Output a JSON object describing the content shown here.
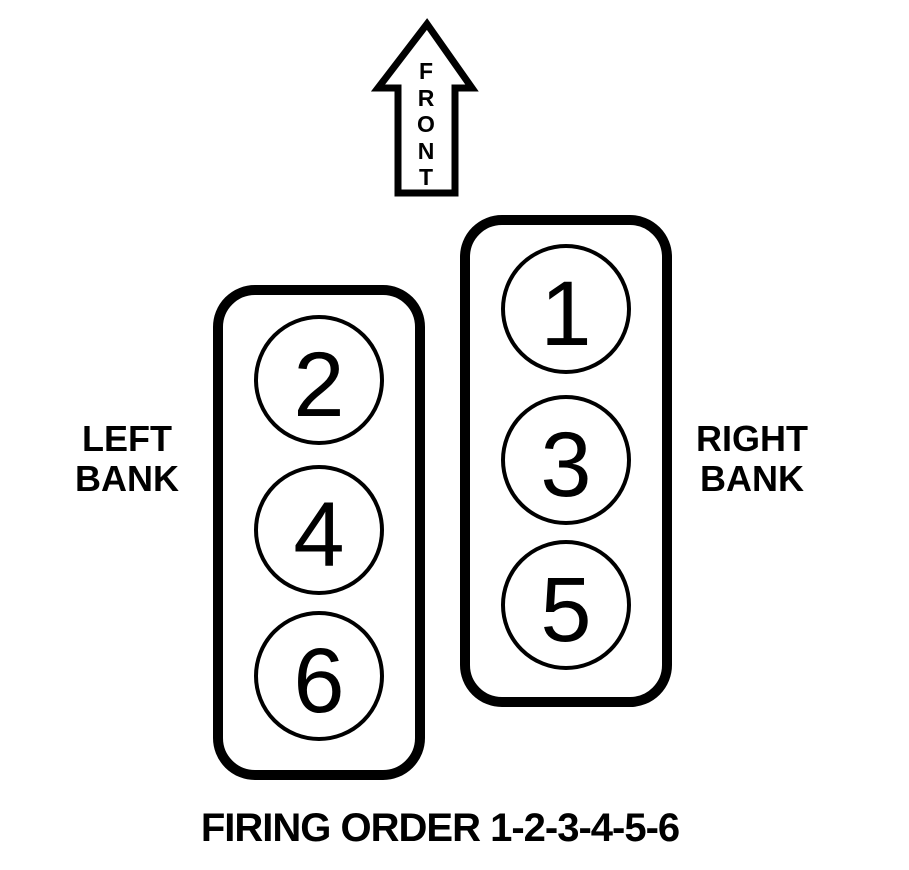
{
  "diagram": {
    "front_label": "FRONT",
    "left_bank": {
      "label": [
        "LEFT",
        "BANK"
      ],
      "cylinders": [
        "2",
        "4",
        "6"
      ]
    },
    "right_bank": {
      "label": [
        "RIGHT",
        "BANK"
      ],
      "cylinders": [
        "1",
        "3",
        "5"
      ]
    },
    "caption": "FIRING ORDER 1-2-3-4-5-6",
    "firing_order": "1-2-3-4-5-6",
    "colors": {
      "line": "#000000",
      "background": "#ffffff"
    }
  }
}
